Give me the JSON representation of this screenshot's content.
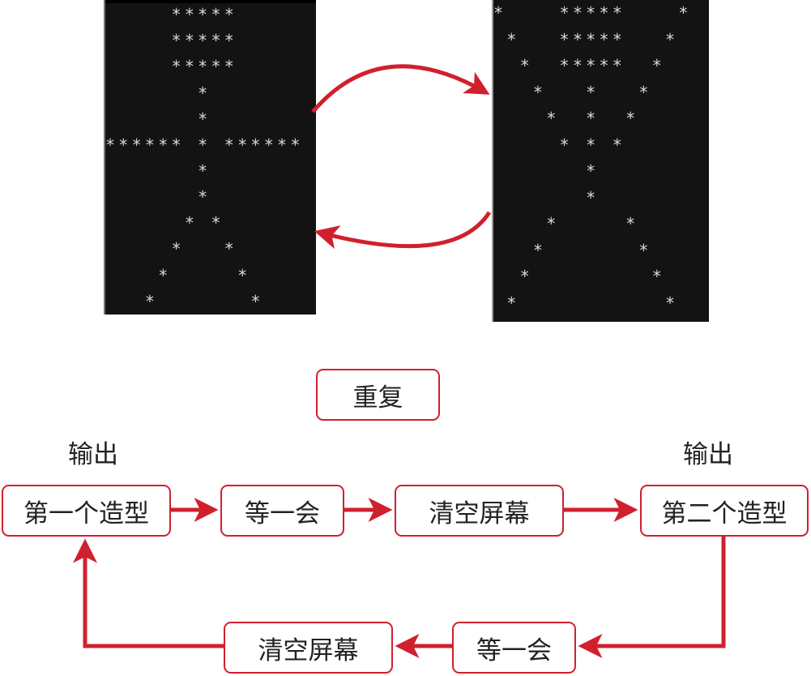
{
  "terminal_left": {
    "lines": [
      "     *****",
      "     *****",
      "     *****",
      "       *",
      "       *",
      "****** * ******",
      "       *",
      "       *",
      "      * *",
      "     *   *",
      "    *     *",
      "   *       *"
    ]
  },
  "terminal_right": {
    "lines": [
      "*    *****    *",
      " *   *****   *",
      "  *  *****  *",
      "   *   *   *",
      "    *  *  *",
      "     * * *",
      "       *",
      "       *",
      "    *     *",
      "   *       *",
      "  *         *",
      " *           *"
    ]
  },
  "flow": {
    "repeat": "重复",
    "output_left": "输出",
    "output_right": "输出",
    "top_row": [
      "第一个造型",
      "等一会",
      "清空屏幕",
      "第二个造型"
    ],
    "bottom_row": [
      "清空屏幕",
      "等一会"
    ]
  },
  "colors": {
    "accent": "#d0202e",
    "terminal_bg": "#131313",
    "terminal_fg": "#d8d8d8"
  }
}
